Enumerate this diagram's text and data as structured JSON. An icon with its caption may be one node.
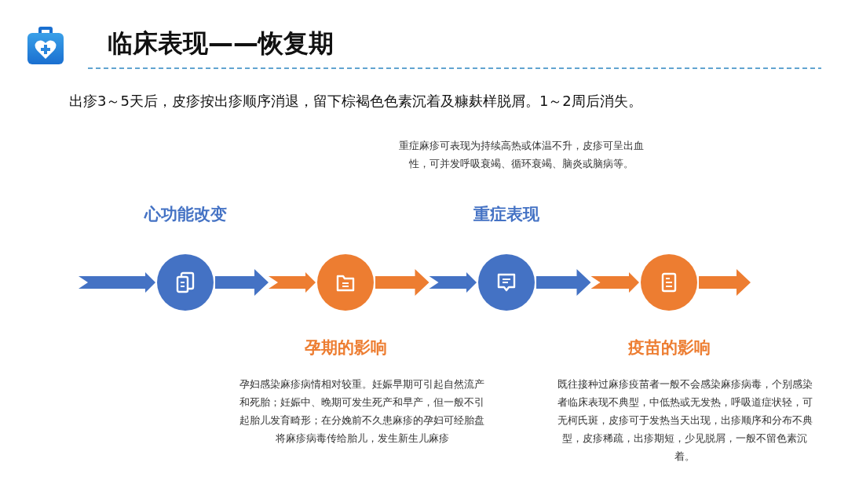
{
  "diagram": {
    "title": "临床表现——恢复期",
    "nodes": [
      {
        "text": [],
        "shape": "circle",
        "beside": [
          "心功能改变"
        ]
      },
      {
        "text": [],
        "shape": "circle",
        "beside": [
          "孕期的影响",
          "孕妇感染麻疹病情相对较重。妊娠早期可引起自然流产和死胎；妊娠中、晚期可发生死产和早产，但一般不引起胎儿发育畸形；在分娩前不久患麻疹的孕妇可经胎盘将麻疹病毒传给胎儿，发生新生儿麻疹"
        ]
      },
      {
        "text": [],
        "shape": "circle",
        "beside": [
          "重症表现",
          "重症麻疹可表现为持续高热或体温不升，皮疹可呈出血性，可并发呼吸衰竭、循环衰竭、脑炎或脑病等。"
        ]
      },
      {
        "text": [],
        "shape": "circle",
        "beside": [
          "疫苗的影响",
          "既往接种过麻疹疫苗者一般不会感染麻疹病毒，个别感染者临床表现不典型，中低热或无发热，呼吸道症状轻，可无柯氏斑，皮疹可于发热当天出现，出疹顺序和分布不典型，皮疹稀疏，出疹期短，少见脱屑，一般不留色素沉着。"
        ]
      }
    ],
    "edges": [
      {
        "from": null,
        "to": 0,
        "arrow": "to"
      },
      {
        "from": 0,
        "to": 1,
        "arrow": "to"
      },
      {
        "from": 1,
        "to": 2,
        "arrow": "to"
      },
      {
        "from": 2,
        "to": 3,
        "arrow": "to"
      },
      {
        "from": 3,
        "to": null,
        "arrow": "to"
      }
    ],
    "labels": [
      "出疹3～5天后，皮疹按出疹顺序消退，留下棕褐色色素沉着及糠麸样脱屑。1～2周后消失。"
    ]
  }
}
